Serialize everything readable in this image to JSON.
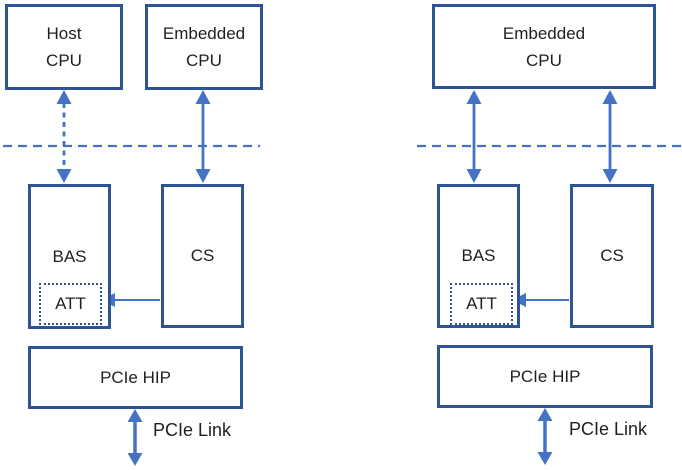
{
  "colors": {
    "box_border": "#2f5496",
    "arrow": "#4472c4",
    "dashed_line": "#4472c4",
    "text": "#1f1f1f",
    "background": "#ffffff"
  },
  "left_diagram": {
    "host_cpu": {
      "line1": "Host",
      "line2": "CPU"
    },
    "embedded_cpu": {
      "line1": "Embedded",
      "line2": "CPU"
    },
    "bas": "BAS",
    "att": "ATT",
    "cs": "CS",
    "pcie_hip": "PCIe HIP",
    "pcie_link": "PCIe Link"
  },
  "right_diagram": {
    "embedded_cpu": {
      "line1": "Embedded",
      "line2": "CPU"
    },
    "bas": "BAS",
    "att": "ATT",
    "cs": "CS",
    "pcie_hip": "PCIe HIP",
    "pcie_link": "PCIe Link"
  }
}
